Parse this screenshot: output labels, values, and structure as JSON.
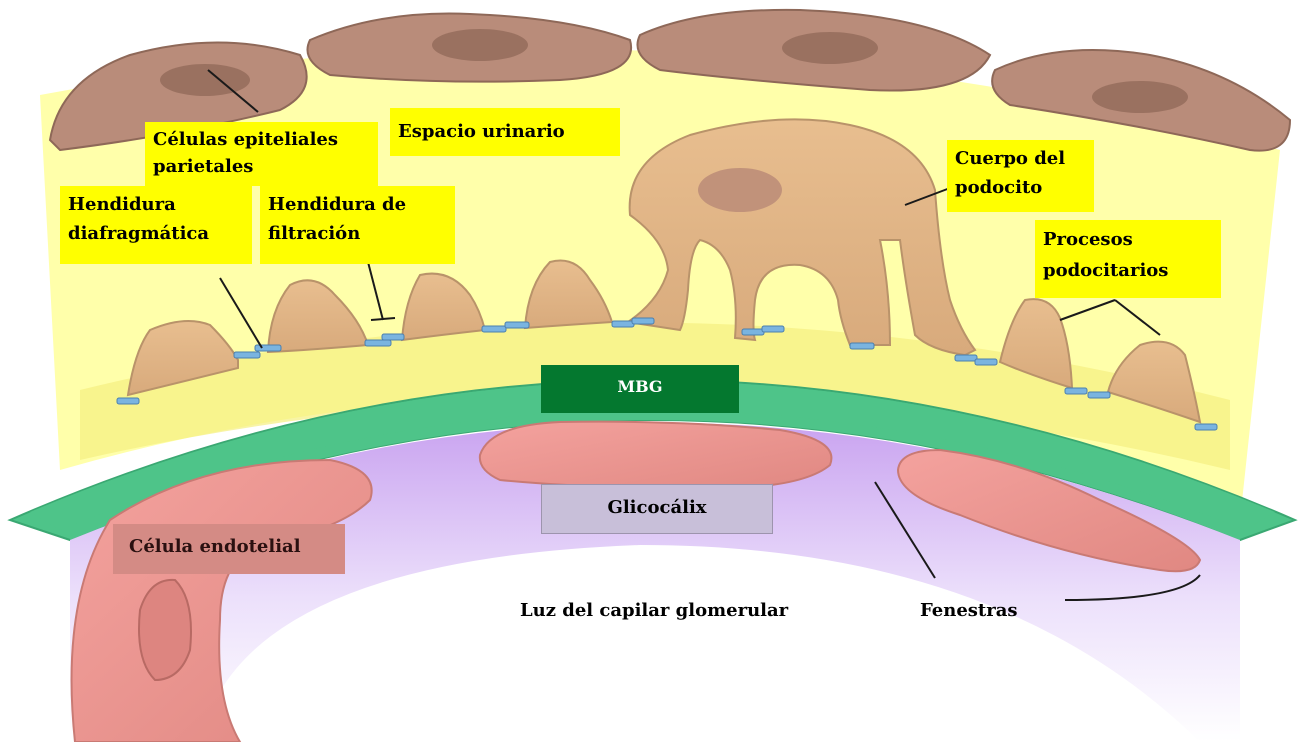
{
  "labels": {
    "parietal": [
      "Células epiteliales",
      "parietales"
    ],
    "urinary_space": "Espacio urinario",
    "podocyte_body": [
      "Cuerpo del",
      "podocito"
    ],
    "slit_diaphragm": [
      "Hendidura",
      "diafragmática"
    ],
    "filtration_slit": [
      "Hendidura de",
      "filtración"
    ],
    "foot_processes": [
      "Procesos",
      "podocitarios"
    ],
    "gbm": "MBG",
    "glycocalyx": "Glicocálix",
    "endothelial_cell": "Célula endotelial",
    "capillary_lumen": "Luz del capilar glomerular",
    "fenestrae": "Fenestras"
  },
  "colors": {
    "background": "#ffffff",
    "urinary_space": "#ffffaa",
    "cell_brown": "#b58876",
    "podocyte_tan": "#e0b586",
    "gbm_green": "#4ec489",
    "glycocalyx_purple": "#cba7ee",
    "endothelial_pink": "#ef9994",
    "label_yellow": "#ffff00",
    "gbm_label": "#04782f",
    "glycocalyx_label": "#c8bfd9",
    "endothelial_label": "#d48b85"
  }
}
